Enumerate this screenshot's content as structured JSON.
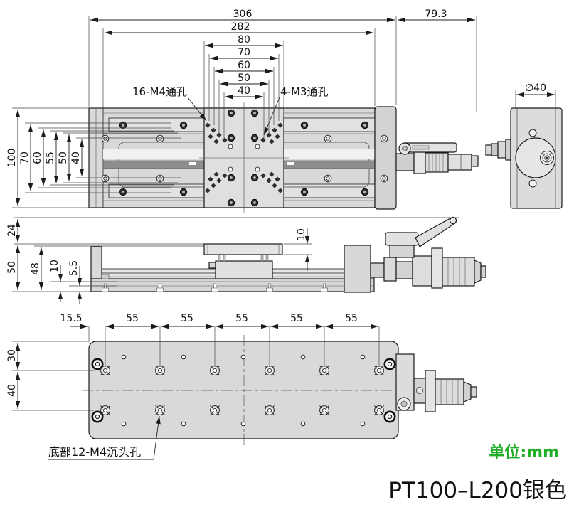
{
  "product": {
    "title": "PT100–L200银色",
    "unit_label": "单位:mm"
  },
  "top_view": {
    "h_dims": {
      "d306": "306",
      "d282": "282",
      "d80": "80",
      "d70": "70",
      "d60": "60",
      "d50": "50",
      "d40": "40",
      "d79_3": "79.3"
    },
    "v_dims": {
      "d100": "100",
      "d70": "70",
      "d60": "60",
      "d55": "55",
      "d50": "50",
      "d40": "40"
    },
    "labels": {
      "m4_holes": "16-M4通孔",
      "m3_holes": "4-M3通孔"
    }
  },
  "side_view": {
    "dia": "∅40"
  },
  "front_view": {
    "d24": "24",
    "d50": "50",
    "d48": "48",
    "d10_left": "10",
    "d5_5": "5.5",
    "d10_right": "10"
  },
  "bottom_view": {
    "d15_5": "15.5",
    "d55": "55",
    "d30": "30",
    "d40": "40",
    "label_holes": "底部12-M4沉头孔"
  },
  "colors": {
    "line": "#1b1b1b",
    "body": "#d9d9d9",
    "platform": "#dfdfdf",
    "dark_slot": "#8e8e8e",
    "accent_green": "#1fae26"
  }
}
